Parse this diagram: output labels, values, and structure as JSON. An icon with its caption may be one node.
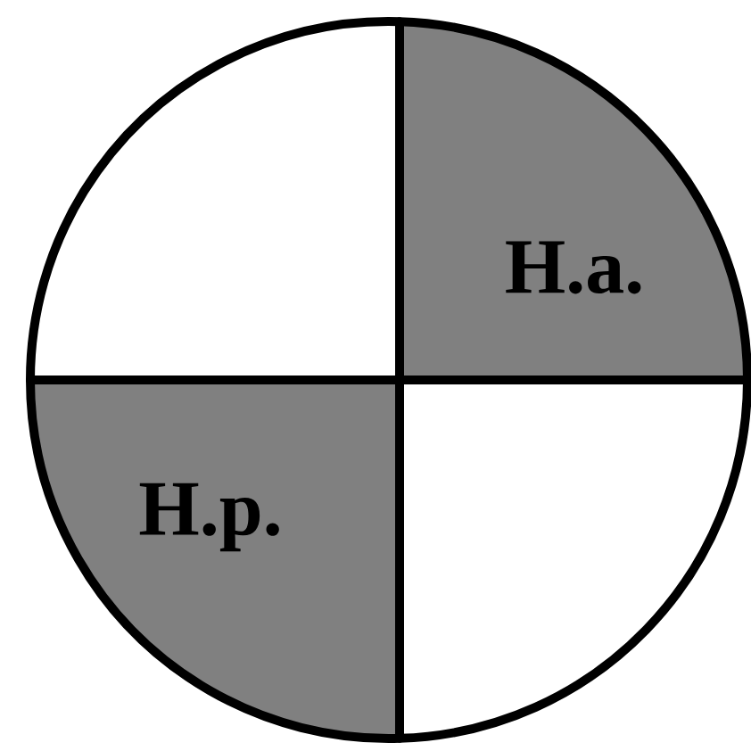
{
  "diagram": {
    "nodes": [
      {
        "text": [],
        "shape": "quadrant"
      },
      {
        "text": [
          "H.a."
        ]
      },
      {
        "text": [
          "H.p."
        ]
      },
      {
        "text": [],
        "shape": "quadrant"
      }
    ]
  }
}
